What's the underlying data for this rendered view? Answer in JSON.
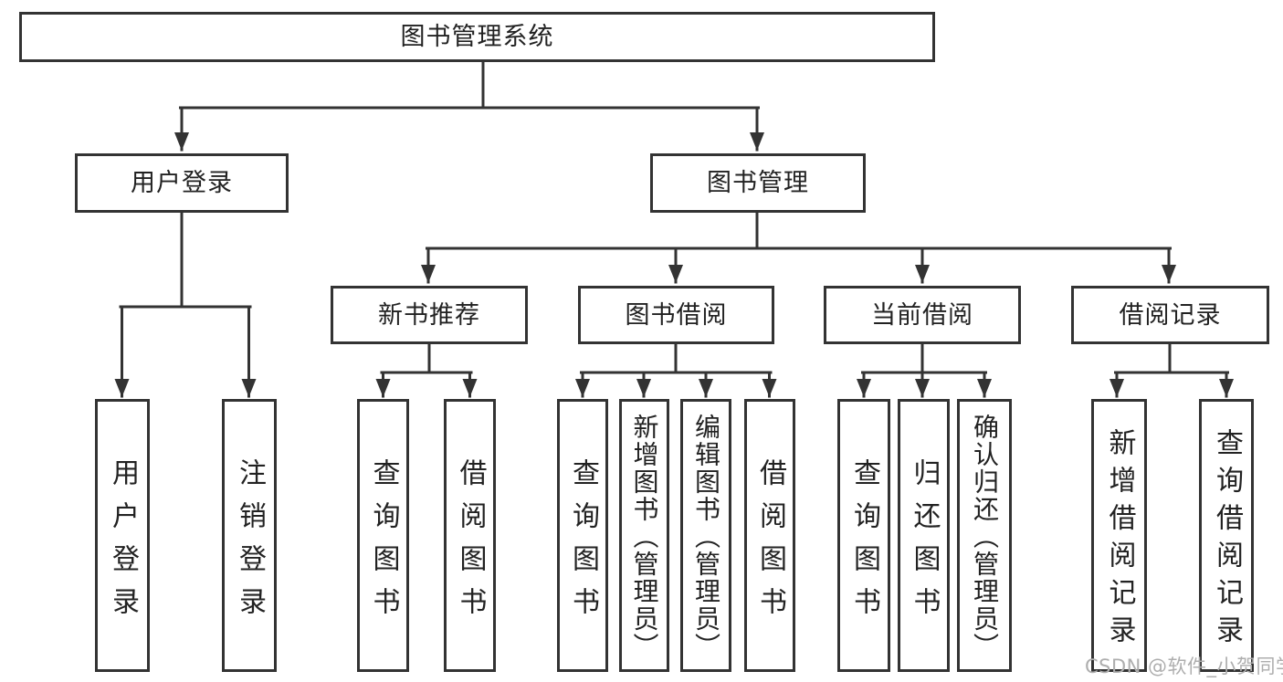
{
  "tree": {
    "label": "图书管理系统",
    "children": [
      {
        "label": "用户登录",
        "children": [
          {
            "label": "用户登录"
          },
          {
            "label": "注销登录"
          }
        ]
      },
      {
        "label": "图书管理",
        "children": [
          {
            "label": "新书推荐",
            "children": [
              {
                "label": "查询图书"
              },
              {
                "label": "借阅图书"
              }
            ]
          },
          {
            "label": "图书借阅",
            "children": [
              {
                "label": "查询图书"
              },
              {
                "label": "新增图书（管理员）"
              },
              {
                "label": "编辑图书（管理员）"
              },
              {
                "label": "借阅图书"
              }
            ]
          },
          {
            "label": "当前借阅",
            "children": [
              {
                "label": "查询图书"
              },
              {
                "label": "归还图书"
              },
              {
                "label": "确认归还（管理员）"
              }
            ]
          },
          {
            "label": "借阅记录",
            "children": [
              {
                "label": "新增借阅记录"
              },
              {
                "label": "查询借阅记录"
              }
            ]
          }
        ]
      }
    ]
  },
  "watermark": {
    "text": "CSDN @软件_小贺同学"
  },
  "colors": {
    "line": "#333333",
    "text": "#222222",
    "watermark": "#aeaeae",
    "background": "#ffffff"
  }
}
